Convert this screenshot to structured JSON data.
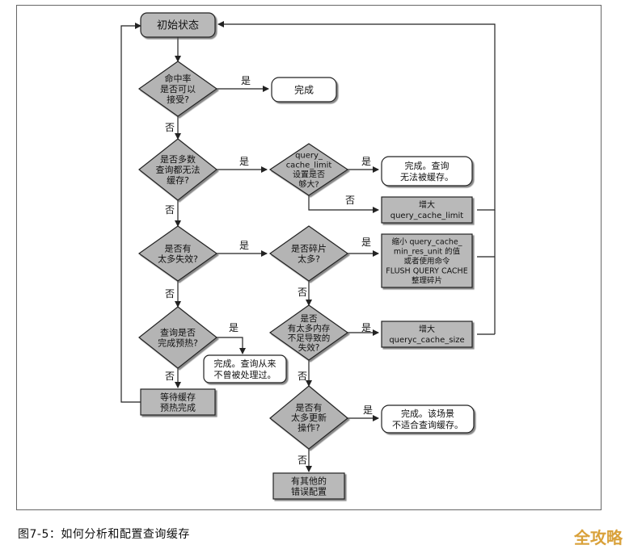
{
  "nodes": {
    "start": "初始状态",
    "hit_rate_ok": "命中率\n是否可以\n接受?",
    "done1": "完成",
    "many_uncacheable": "是否多数\n查询都无法\n缓存?",
    "limit_big": "query_\ncache_limit\n设置是否\n够大?",
    "done_uncacheable": "完成。查询\n无法被缓存。",
    "increase_limit": "增大\nquery_cache_limit",
    "many_invalidations": "是否有\n太多失效?",
    "fragmented": "是否碎片\n太多?",
    "reduce_min_res": "缩小 query_cache_\nmin_res_unit 的值\n或者使用命令\nFLUSH QUERY CACHE\n整理碎片",
    "cache_warm": "查询是否\n完成预热?",
    "done_never": "完成。查询从来\n不曾被处理过。",
    "low_mem_invalid": "是否\n有太多内存\n不足导致的\n失效?",
    "increase_size": "增大\nqueryc_cache_size",
    "wait_warm": "等待缓存\n预热完成",
    "too_many_updates": "是否有\n太多更新\n操作?",
    "done_scenario": "完成。该场景\n不适合查询缓存。",
    "other_misconfig": "有其他的\n错误配置"
  },
  "edge_labels": {
    "yes": "是",
    "no": "否"
  },
  "caption": "图7-5：如何分析和配置查询缓存",
  "watermark": "全攻略",
  "colors": {
    "box_fill": "#ffffff",
    "shaded_fill": "#b9b9b9",
    "diamond_fill": "#b4b4b4",
    "stroke": "#222222",
    "watermark": "#d9a13a"
  }
}
